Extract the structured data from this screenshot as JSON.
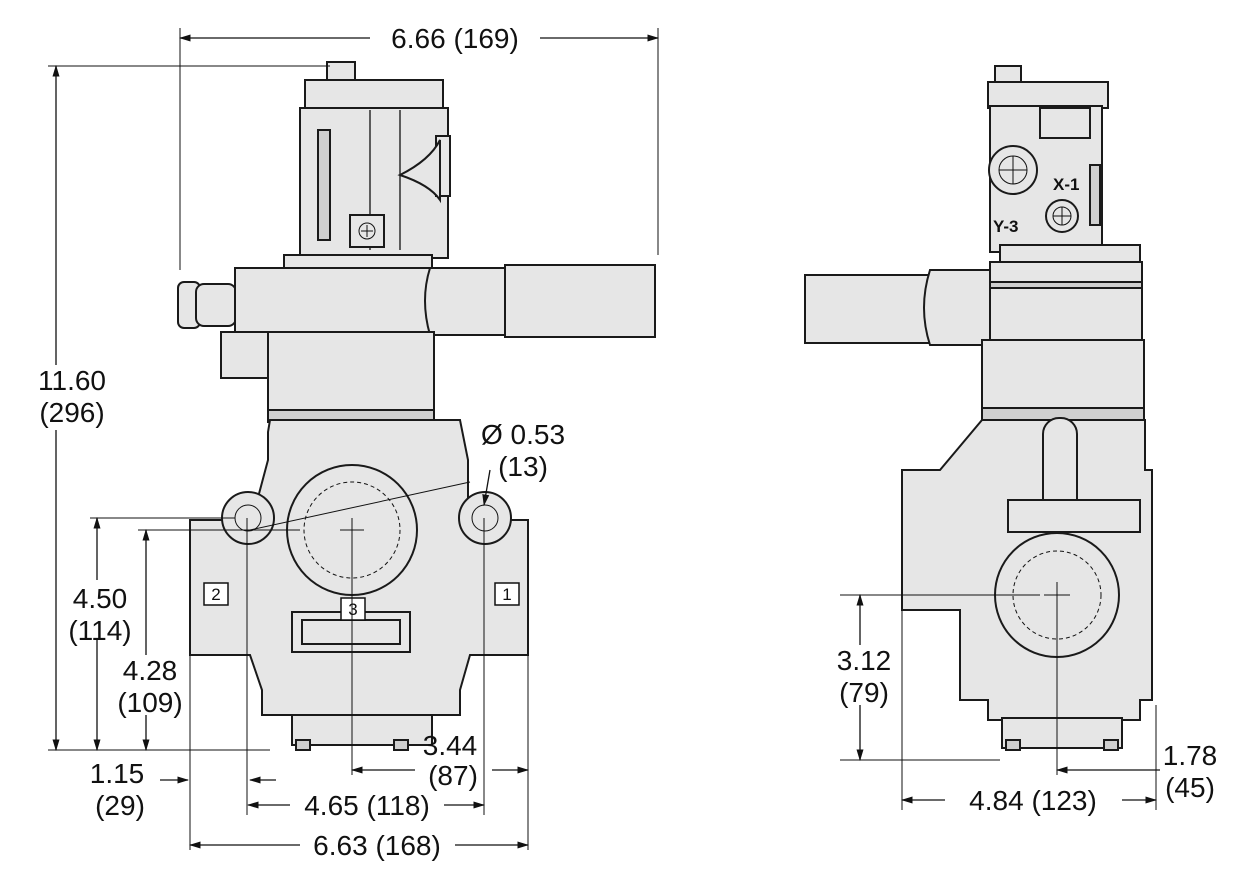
{
  "front_view": {
    "overall_width": "6.66 (169)",
    "overall_height_in": "11.60",
    "overall_height_mm": "(296)",
    "hole_dia_in": "Ø 0.53",
    "hole_dia_mm": "(13)",
    "hole_height_in": "4.50",
    "hole_height_mm": "(114)",
    "port_height_in": "4.28",
    "port_height_mm": "(109)",
    "port3_offset_in": "3.44",
    "port3_offset_mm": "(87)",
    "edge_offset_in": "1.15",
    "edge_offset_mm": "(29)",
    "hole_spacing": "4.65 (118)",
    "base_width": "6.63 (168)",
    "ports": [
      "2",
      "3",
      "1"
    ]
  },
  "side_view": {
    "port_height_in": "3.12",
    "port_height_mm": "(79)",
    "base_offset_in": "1.78",
    "base_offset_mm": "(45)",
    "depth": "4.84 (123)",
    "label_x1": "X-1",
    "label_y3": "Y-3"
  }
}
